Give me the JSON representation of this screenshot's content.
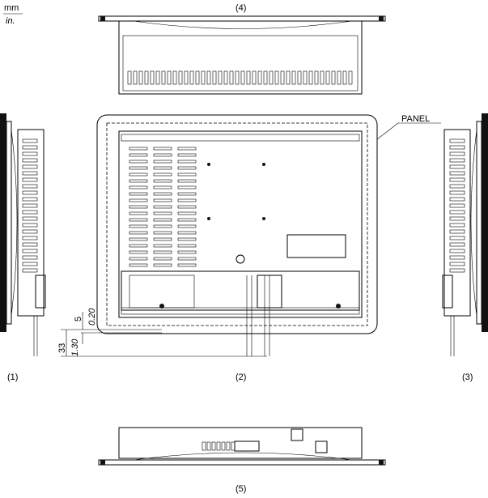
{
  "units": {
    "primary": "mm",
    "secondary": "in."
  },
  "views": {
    "left": "(1)",
    "front": "(2)",
    "right": "(3)",
    "top": "(4)",
    "bottom": "(5)"
  },
  "callout": {
    "panel": "PANEL"
  },
  "dimensions": {
    "bezel_offset_mm": "5",
    "bezel_offset_in": "0.20",
    "cable_clearance_mm": "33",
    "cable_clearance_in": "1.30"
  }
}
